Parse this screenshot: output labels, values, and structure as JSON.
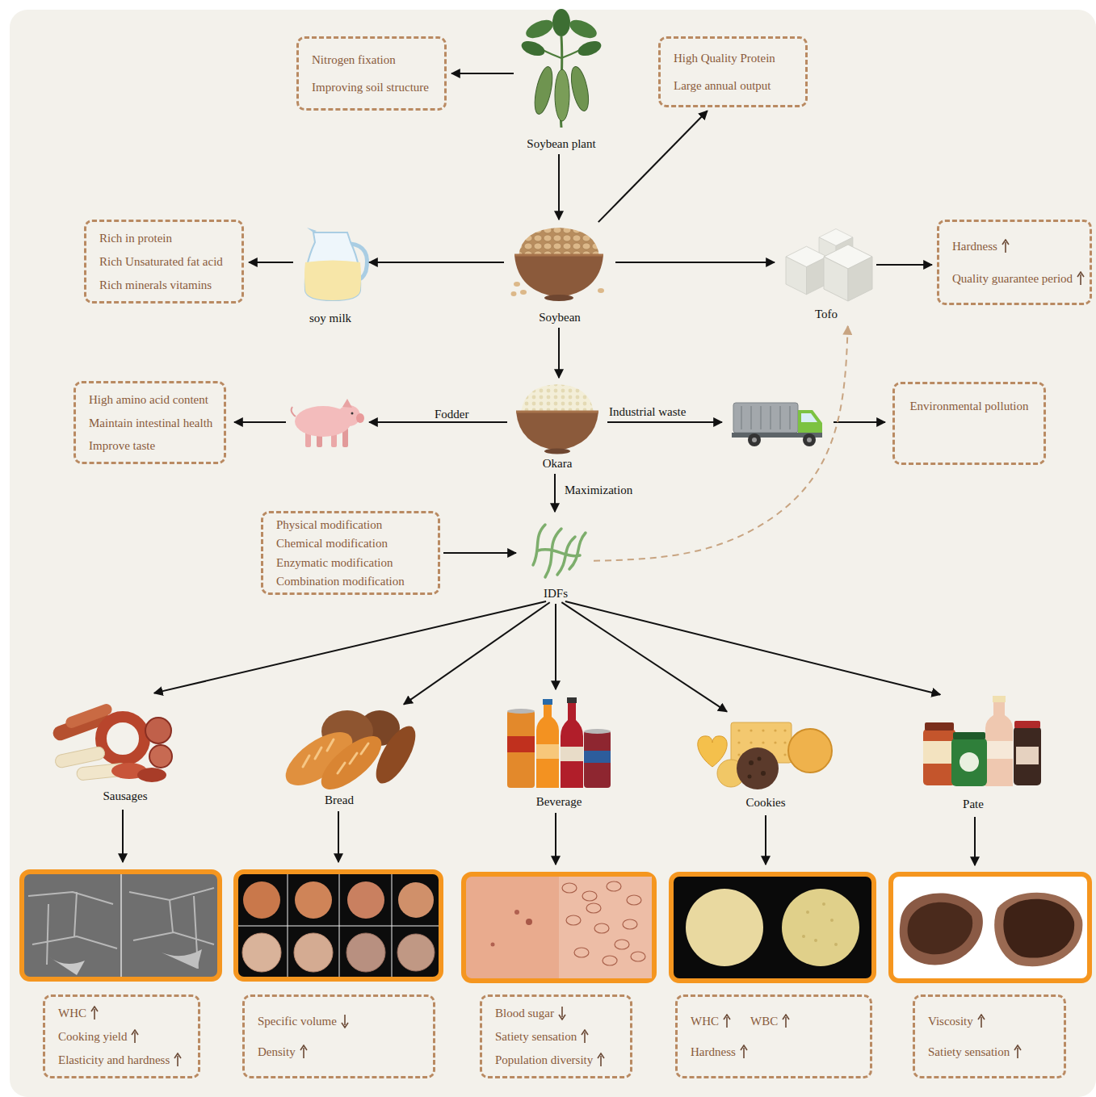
{
  "diagram": {
    "nodes": [
      {
        "text": [
          "Nitrogen fixation",
          "Improving soil structure"
        ]
      },
      {
        "text": [
          "Soybean plant"
        ]
      },
      {
        "text": [
          "High Quality Protein",
          "Large annual output"
        ]
      },
      {
        "text": [
          "Rich in protein",
          "Rich Unsaturated fat acid",
          "Rich minerals vitamins"
        ]
      },
      {
        "text": [
          "soy milk"
        ]
      },
      {
        "text": [
          "Soybean"
        ]
      },
      {
        "text": [
          "Tofo"
        ]
      },
      {
        "text": [
          "Hardness",
          "Quality guarantee period"
        ]
      },
      {
        "text": [
          "High amino acid content",
          "Maintain intestinal health",
          "Improve taste"
        ]
      },
      {
        "text": [
          "Okara"
        ]
      },
      {
        "text": [
          "Environmental pollution"
        ]
      },
      {
        "text": [
          "Physical modification",
          "Chemical modification",
          "Enzymatic modification",
          "Combination modification"
        ]
      },
      {
        "text": [
          "IDFs"
        ]
      },
      {
        "text": [
          "Sausages"
        ]
      },
      {
        "text": [
          "Bread"
        ]
      },
      {
        "text": [
          "Beverage"
        ]
      },
      {
        "text": [
          "Cookies"
        ]
      },
      {
        "text": [
          "Pate"
        ]
      },
      {
        "text": [
          "WHC",
          "Cooking yield",
          "Elasticity and hardness"
        ]
      },
      {
        "text": [
          "Specific volume",
          "Density"
        ]
      },
      {
        "text": [
          "Blood sugar",
          "Satiety sensation",
          "Population diversity"
        ]
      },
      {
        "text": [
          "WHC",
          "WBC",
          "Hardness"
        ]
      },
      {
        "text": [
          "Viscosity",
          "Satiety sensation"
        ]
      }
    ],
    "edges": [
      {
        "from": 1,
        "to": 0,
        "arrow": "to"
      },
      {
        "from": 1,
        "to": 5,
        "arrow": "to"
      },
      {
        "from": 5,
        "to": 2,
        "arrow": "to"
      },
      {
        "from": 5,
        "to": 4,
        "arrow": "to"
      },
      {
        "from": 4,
        "to": 3,
        "arrow": "to"
      },
      {
        "from": 5,
        "to": 6,
        "arrow": "to"
      },
      {
        "from": 6,
        "to": 7,
        "arrow": "to"
      },
      {
        "from": 5,
        "to": 9,
        "arrow": "to"
      },
      {
        "from": 9,
        "to": 12,
        "label": "Maximization",
        "arrow": "to"
      },
      {
        "from": 11,
        "to": 12,
        "arrow": "to"
      },
      {
        "from": 12,
        "to": 6,
        "arrow": "to"
      },
      {
        "from": 12,
        "to": 13,
        "arrow": "to"
      },
      {
        "from": 12,
        "to": 14,
        "arrow": "to"
      },
      {
        "from": 12,
        "to": 15,
        "arrow": "to"
      },
      {
        "from": 12,
        "to": 16,
        "arrow": "to"
      },
      {
        "from": 12,
        "to": 17,
        "arrow": "to"
      }
    ],
    "labels": [
      "Fodder",
      "Industrial waste"
    ]
  }
}
